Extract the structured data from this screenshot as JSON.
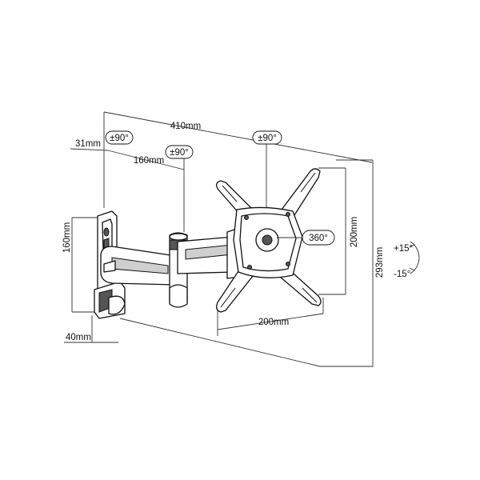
{
  "dimensions": {
    "total_width": "410mm",
    "wall_offset": "31mm",
    "arm_length": "160mm",
    "wall_plate_height": "160mm",
    "wall_plate_depth": "40mm",
    "vesa_horizontal": "200mm",
    "vesa_vertical": "200mm",
    "total_height": "293mm"
  },
  "rotations": {
    "wall_swivel": "±90°",
    "elbow_swivel": "±90°",
    "head_swivel": "±90°",
    "rotation": "360°",
    "tilt_up": "+15°",
    "tilt_down": "-15°"
  }
}
